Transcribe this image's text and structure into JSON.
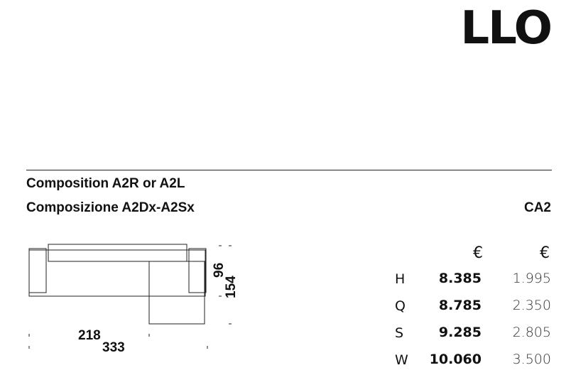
{
  "brand": "LLO",
  "composition": {
    "title_en": "Composition A2R or A2L",
    "title_it": "Composizione A2Dx-A2Sx",
    "code": "CA2"
  },
  "dimensions": {
    "width_partial": "218",
    "width_total": "333",
    "depth_partial": "96",
    "depth_total": "154"
  },
  "prices": {
    "currency_total": "€",
    "currency_fabric": "€",
    "rows": [
      {
        "category": "H",
        "total": "8.385",
        "fabric": "1.995"
      },
      {
        "category": "Q",
        "total": "8.785",
        "fabric": "2.350"
      },
      {
        "category": "S",
        "total": "9.285",
        "fabric": "2.805"
      },
      {
        "category": "W",
        "total": "10.060",
        "fabric": "3.500"
      }
    ]
  }
}
